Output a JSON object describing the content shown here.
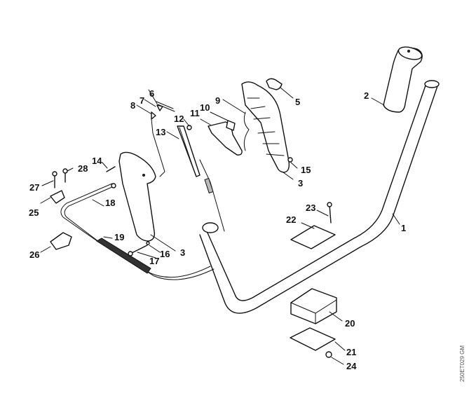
{
  "diagram": {
    "title": "Handlebar assembly exploded view",
    "watermark": "250ET029 GM",
    "colors": {
      "line": "#111111",
      "background": "#ffffff"
    },
    "callouts": [
      {
        "id": "c1",
        "text": "1"
      },
      {
        "id": "c2",
        "text": "2"
      },
      {
        "id": "c3a",
        "text": "3"
      },
      {
        "id": "c3b",
        "text": "3"
      },
      {
        "id": "c5",
        "text": "5"
      },
      {
        "id": "c6",
        "text": "6"
      },
      {
        "id": "c7",
        "text": "7"
      },
      {
        "id": "c8",
        "text": "8"
      },
      {
        "id": "c9",
        "text": "9"
      },
      {
        "id": "c10",
        "text": "10"
      },
      {
        "id": "c11",
        "text": "11"
      },
      {
        "id": "c12",
        "text": "12"
      },
      {
        "id": "c13",
        "text": "13"
      },
      {
        "id": "c14",
        "text": "14"
      },
      {
        "id": "c15",
        "text": "15"
      },
      {
        "id": "c16",
        "text": "16"
      },
      {
        "id": "c17",
        "text": "17"
      },
      {
        "id": "c18",
        "text": "18"
      },
      {
        "id": "c19",
        "text": "19"
      },
      {
        "id": "c20",
        "text": "20"
      },
      {
        "id": "c21",
        "text": "21"
      },
      {
        "id": "c22",
        "text": "22"
      },
      {
        "id": "c23",
        "text": "23"
      },
      {
        "id": "c24",
        "text": "24"
      },
      {
        "id": "c25",
        "text": "25"
      },
      {
        "id": "c26",
        "text": "26"
      },
      {
        "id": "c27",
        "text": "27"
      },
      {
        "id": "c28",
        "text": "28"
      }
    ]
  }
}
